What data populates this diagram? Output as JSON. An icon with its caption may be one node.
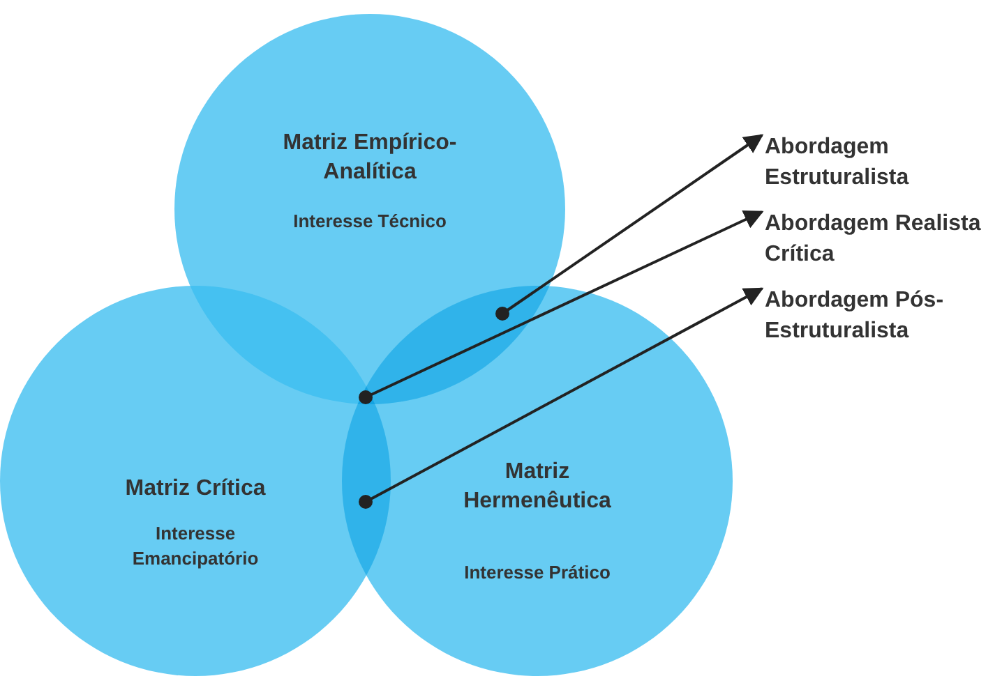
{
  "diagram": {
    "nodes": [
      {
        "text": [
          "Matriz Empírico-Analítica",
          "Interesse Técnico"
        ]
      },
      {
        "text": [
          "Matriz Crítica",
          "Interesse Emancipatório"
        ]
      },
      {
        "text": [
          "Matriz Hermenêutica",
          "Interesse Prático"
        ]
      },
      {
        "text": [
          "Abordagem Estruturalista"
        ]
      },
      {
        "text": [
          "Abordagem Realista Crítica"
        ]
      },
      {
        "text": [
          "Abordagem Pós-Estruturalista"
        ]
      },
      {
        "text": [],
        "shape": "lens"
      },
      {
        "text": [],
        "shape": "lens"
      },
      {
        "text": [],
        "shape": "lens"
      }
    ],
    "edges": [
      {
        "from": 6,
        "to": 3,
        "arrow": "to"
      },
      {
        "from": 7,
        "to": 4,
        "arrow": "to"
      },
      {
        "from": 8,
        "to": 5,
        "arrow": "to"
      }
    ]
  }
}
